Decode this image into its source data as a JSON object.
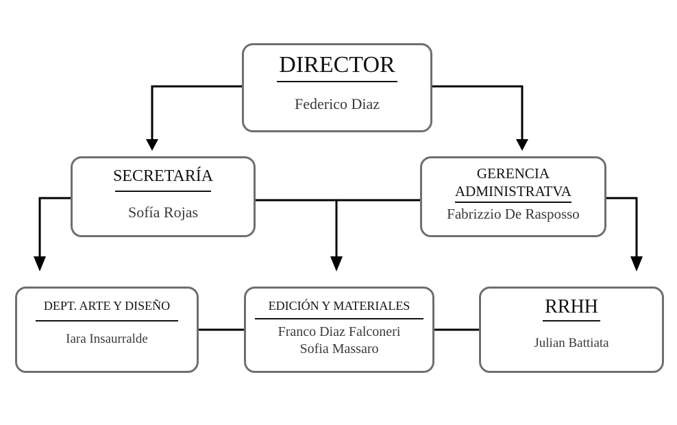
{
  "nodes": {
    "director": {
      "title": "DIRECTOR",
      "people": [
        "Federico Diaz"
      ]
    },
    "secretaria": {
      "title": "SECRETARÍA",
      "people": [
        "Sofía Rojas"
      ]
    },
    "gerencia": {
      "title_line1": "GERENCIA",
      "title_line2": "ADMINISTRATVA",
      "people": [
        "Fabrizzio De Rasposso"
      ]
    },
    "arte": {
      "title": "DEPT. ARTE Y DISEÑO",
      "people": [
        "Iara Insaurralde"
      ]
    },
    "edicion": {
      "title": "EDICIÓN Y MATERIALES",
      "people": [
        "Franco Diaz Falconeri",
        "Sofia Massaro"
      ]
    },
    "rrhh": {
      "title": "RRHH",
      "people": [
        "Julian Battiata"
      ]
    }
  },
  "colors": {
    "line": "#000000",
    "box_border": "#6e6e6e",
    "text": "#111111"
  }
}
